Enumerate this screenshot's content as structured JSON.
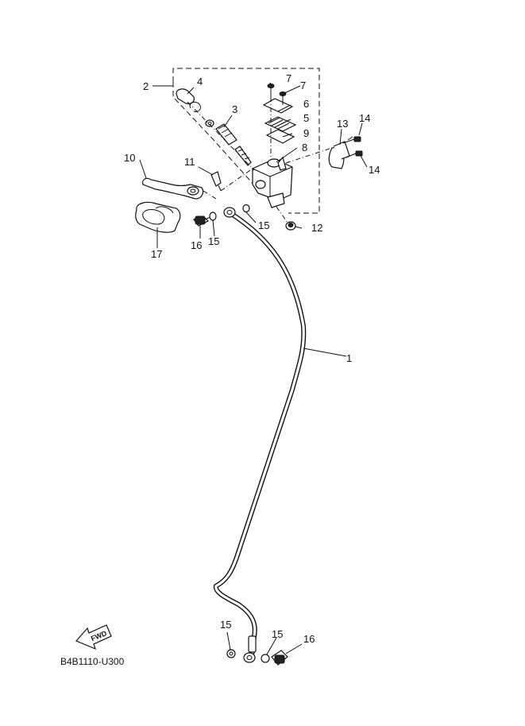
{
  "diagram_code": "B4B1110-U300",
  "fwd_label": "FWD",
  "colors": {
    "ink": "#111111",
    "background": "#ffffff"
  },
  "callouts": {
    "c1": "1",
    "c2": "2",
    "c3": "3",
    "c4": "4",
    "c5": "5",
    "c6": "6",
    "c7a": "7",
    "c7b": "7",
    "c8": "8",
    "c9": "9",
    "c10": "10",
    "c11": "11",
    "c12": "12",
    "c13": "13",
    "c14a": "14",
    "c14b": "14",
    "c15a": "15",
    "c15b": "15",
    "c15c": "15",
    "c15d": "15",
    "c16a": "16",
    "c16b": "16",
    "c17": "17"
  }
}
